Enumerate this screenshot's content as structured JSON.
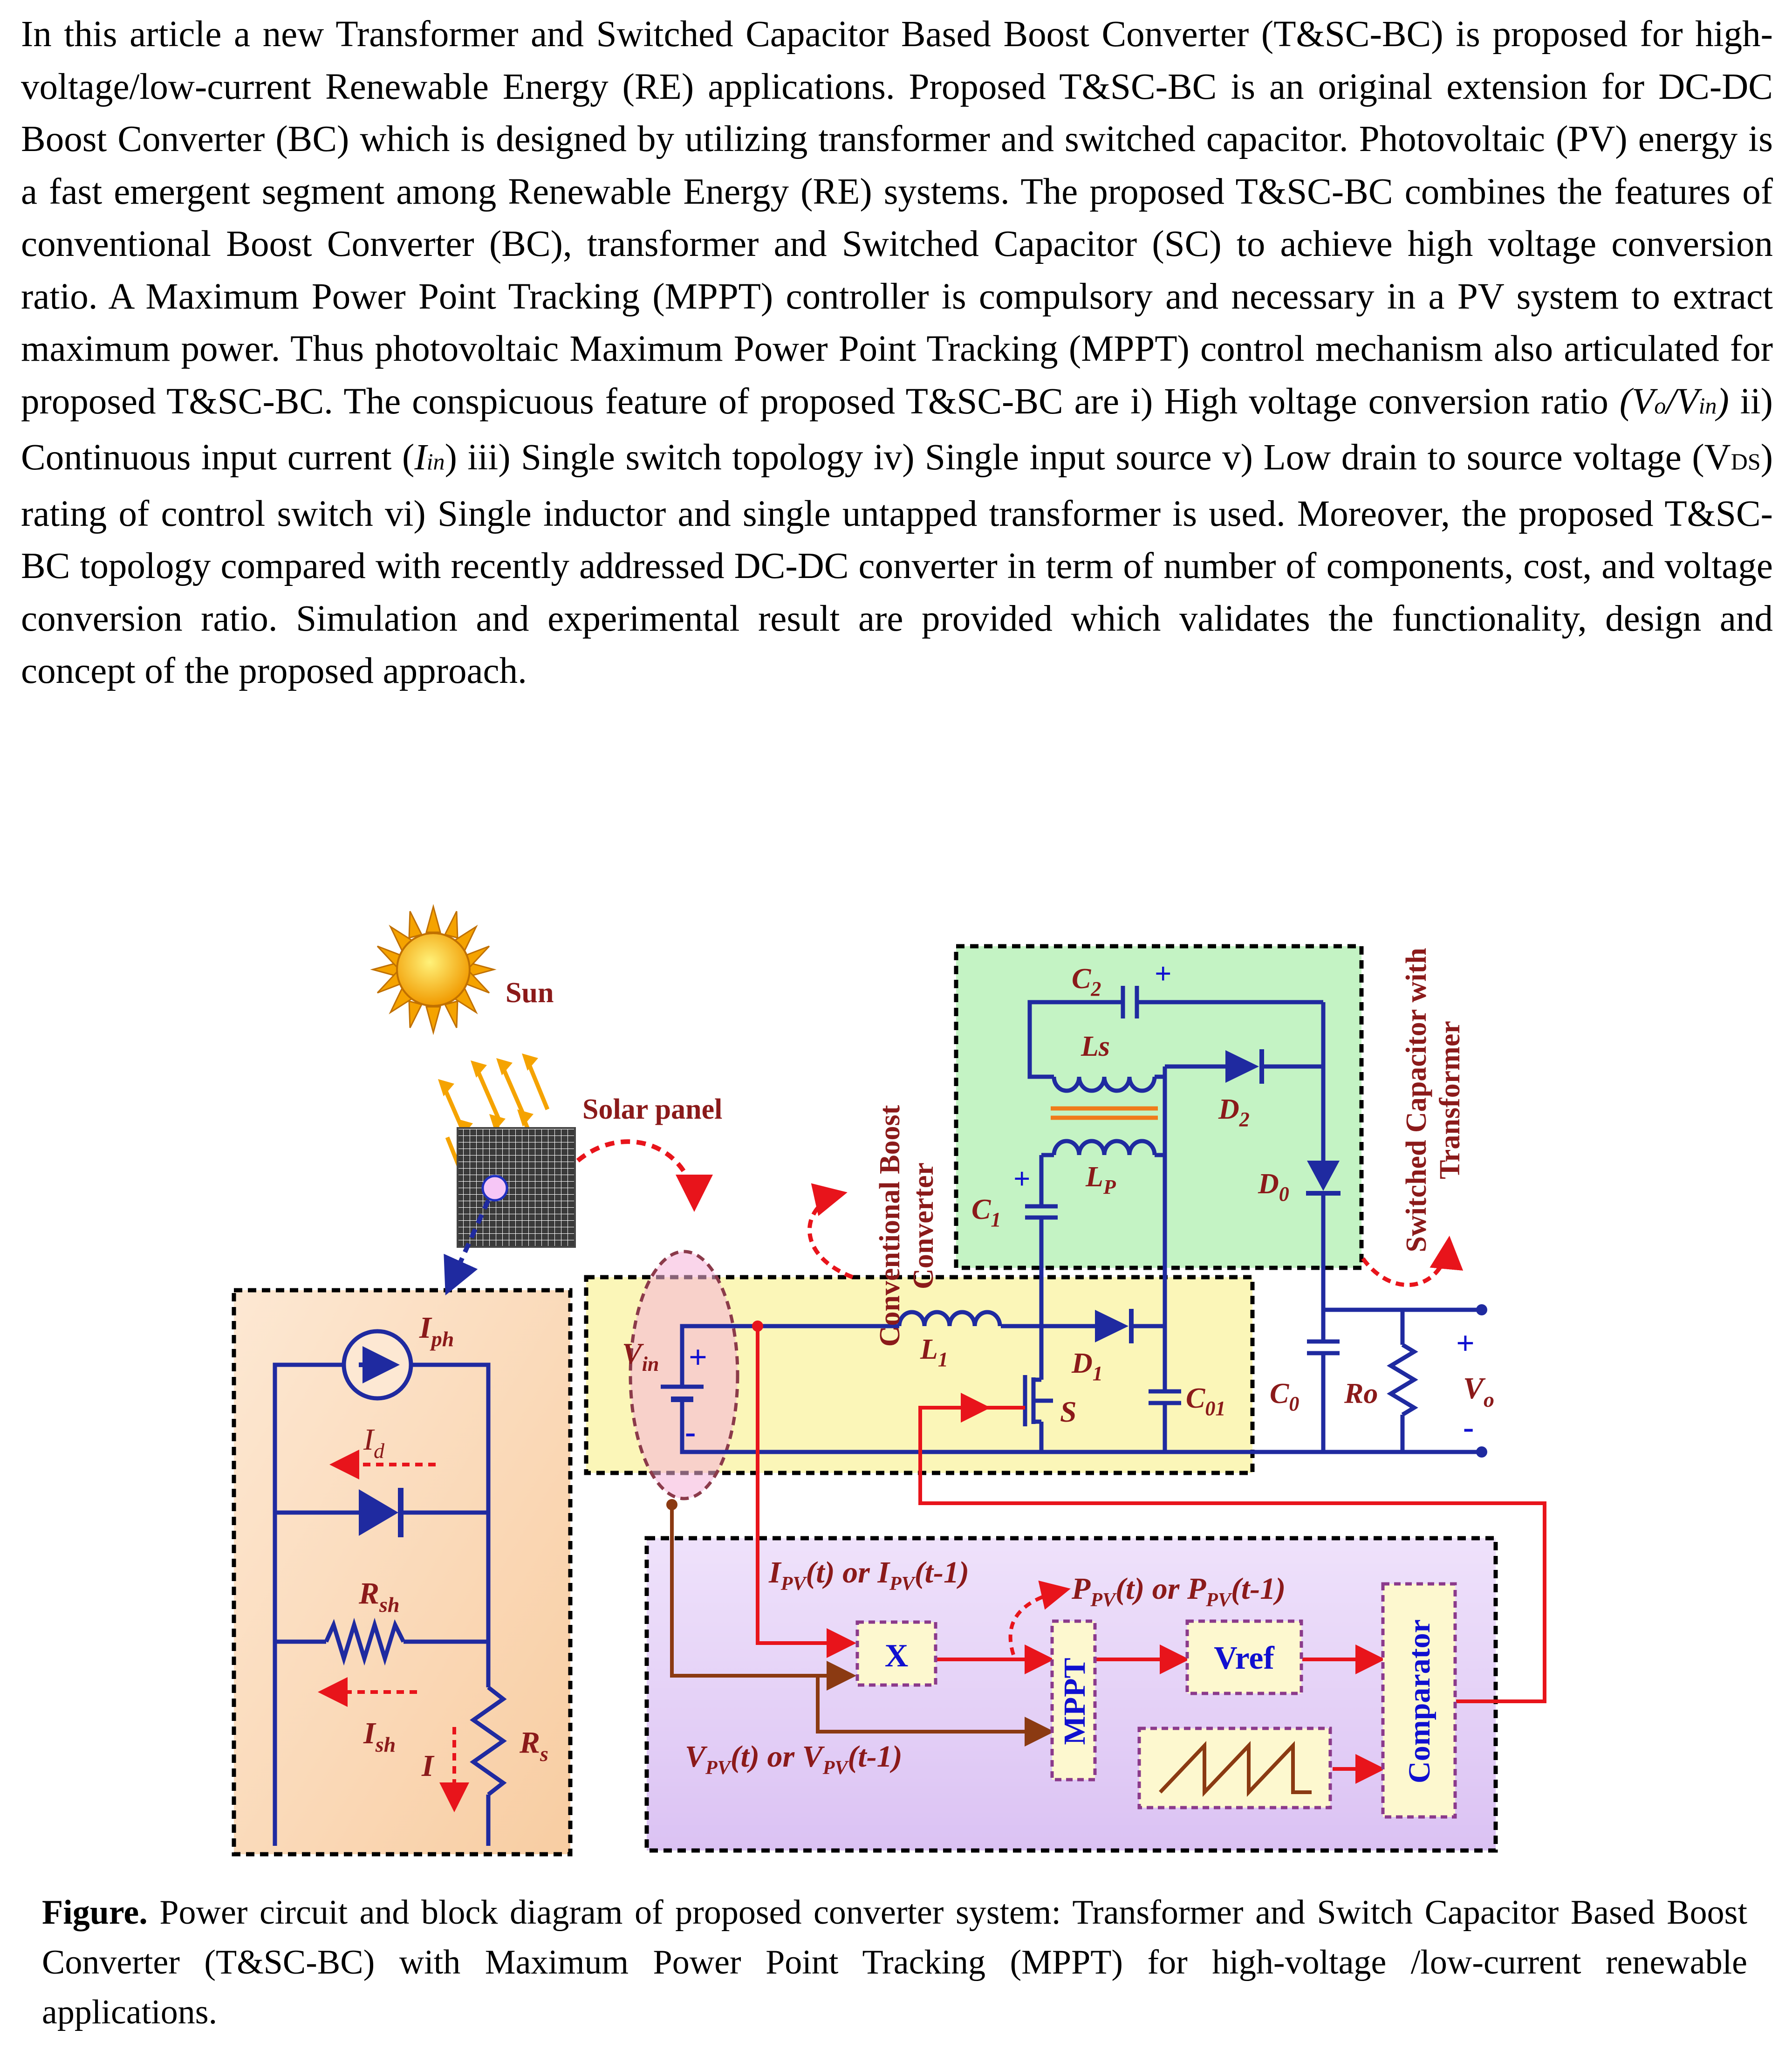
{
  "abstract": {
    "p1": "In this article a new Transformer and Switched Capacitor Based Boost Converter (T&SC-BC) is proposed for high-voltage/low-current Renewable Energy (RE) applications. Proposed T&SC-BC is an original extension for DC-DC Boost Converter (BC) which is designed by utilizing transformer and switched capacitor. Photovoltaic (PV) energy is a fast emergent segment among Renewable Energy (RE) systems. The proposed T&SC-BC combines the features of conventional Boost Converter (BC), transformer and Switched Capacitor (SC) to achieve high voltage conversion ratio. A Maximum Power Point Tracking (MPPT) controller is compulsory and necessary in a PV system to extract maximum power. Thus photovoltaic Maximum Power Point Tracking (MPPT) control mechanism also articulated for proposed T&SC-BC. The conspicuous feature of proposed T&SC-BC are i) High voltage conversion ratio ",
    "ratio_v": "(V",
    "ratio_o": "o",
    "ratio_slash": "/V",
    "ratio_in": "in",
    "ratio_close": ")",
    "p2": " ii) Continuous input current (",
    "iin_i": "I",
    "iin_sub": "in",
    "p3": ") iii) Single switch topology iv) Single input source v) Low drain to source voltage (V",
    "vds_sub": "DS",
    "p4": ") rating of control switch vi) Single inductor and single untapped transformer is used. Moreover, the proposed T&SC-BC topology compared with recently addressed DC-DC converter in term of number of components, cost, and voltage conversion ratio. Simulation and experimental result are provided which validates the functionality, design and concept of the proposed approach."
  },
  "figure": {
    "sun": "Sun",
    "solar_panel": "Solar panel",
    "conv_boost_1": "Conventional Boost",
    "conv_boost_2": "Converter",
    "sc_trans_1": "Switched Capacitor with",
    "sc_trans_2": "Transformer",
    "c2": "C",
    "c2_sub": "2",
    "ls": "Ls",
    "d2": "D",
    "d2_sub": "2",
    "lp": "L",
    "lp_sub": "P",
    "d0": "D",
    "d0_sub": "0",
    "c1": "C",
    "c1_sub": "1",
    "l1": "L",
    "l1_sub": "1",
    "d1": "D",
    "d1_sub": "1",
    "s": "S",
    "c01": "C",
    "c01_sub": "01",
    "co": "C",
    "co_sub": "0",
    "ro": "Ro",
    "vo": "V",
    "vo_sub": "o",
    "vin": "V",
    "vin_sub": "in",
    "plus": "+",
    "minus": "-",
    "iph": "I",
    "iph_sub": "ph",
    "id": "I",
    "id_sub": "d",
    "rsh": "R",
    "rsh_sub": "sh",
    "ish": "I",
    "ish_sub": "sh",
    "i": "I",
    "rs": "R",
    "rs_sub": "s",
    "ipv": "I",
    "ipv_sub": "PV",
    "ipv_t": "(t) or I",
    "ipv_t1": "(t-1)",
    "ppv": "P",
    "ppv_sub": "PV",
    "ppv_t": "(t) or P",
    "ppv_t1": "(t-1)",
    "vpv": "V",
    "vpv_sub": "PV",
    "vpv_t": "(t) or V",
    "vpv_t1": "(t-1)",
    "x_block": "X",
    "mppt_block": "MPPT",
    "vref_block": "Vref",
    "comparator_block": "Comparator"
  },
  "caption": {
    "label": "Figure.",
    "text": " Power circuit and block diagram of proposed converter system: Transformer and Switch Capacitor Based Boost Converter (T&SC-BC) with Maximum Power Point Tracking (MPPT) for high-voltage /low-current renewable applications."
  },
  "colors": {
    "wire_blue": "#1f2aa0",
    "wire_red": "#e8141b",
    "wire_brown": "#8b3a12",
    "label_darkred": "#8b1a1a",
    "label_blue": "#1010d0",
    "boost_box": "#fbf6b8",
    "sc_box": "#c4f3c4",
    "pv_box": "#fbdcc0",
    "mppt_box": "#e6d3f7"
  }
}
